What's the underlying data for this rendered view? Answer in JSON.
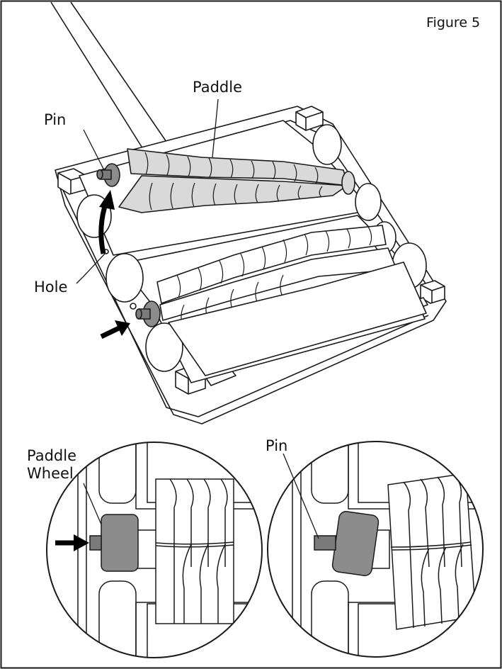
{
  "figure": {
    "title": "Figure 5",
    "border_color": "#1a1a1a"
  },
  "labels": {
    "paddle": "Paddle",
    "pin_main": "Pin",
    "hole": "Hole",
    "paddle_wheel_line1": "Paddle",
    "paddle_wheel_line2": "Wheel",
    "pin_detail": "Pin"
  },
  "colors": {
    "line": "#1a1a1a",
    "blade_fill": "#d9d9d9",
    "wheel_fill": "#8c8c8c",
    "axle_fill": "#7a7a7a",
    "background": "#ffffff"
  },
  "icons": {
    "curved_arrow": "curved-up-arrow-icon",
    "straight_arrow": "right-arrow-icon"
  }
}
